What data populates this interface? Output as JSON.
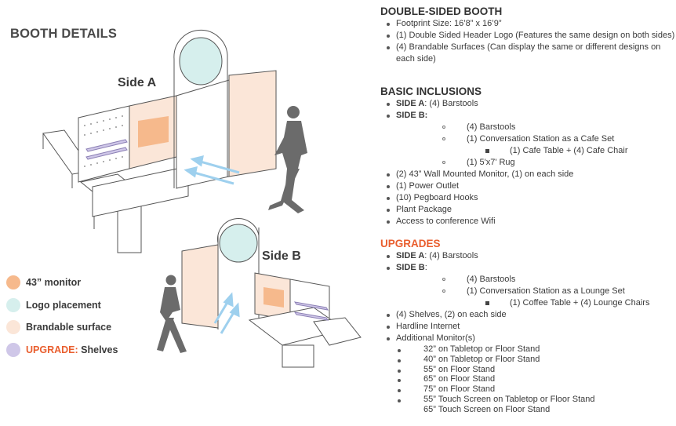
{
  "page_title": "BOOTH DETAILS",
  "side_a_label": "Side A",
  "side_b_label": "Side B",
  "legend": [
    {
      "text": "43” monitor",
      "color": "#f6b98c"
    },
    {
      "text": "Logo placement",
      "color": "#d6efed"
    },
    {
      "text": "Brandable surface",
      "color": "#fbe6d8"
    },
    {
      "prefix": "UPGRADE:",
      "text": " Shelves",
      "color": "#cfc7e8"
    }
  ],
  "double_sided": {
    "heading": "DOUBLE-SIDED BOOTH",
    "items": [
      "Footprint Size: 16’8” x 16’9”",
      "(1) Double Sided Header Logo (Features the same design on both sides)",
      "(4) Brandable Surfaces (Can display the same or different designs on each side)"
    ]
  },
  "basic": {
    "heading": "BASIC INCLUSIONS",
    "side_a_label": "SIDE A",
    "side_a_text": ": (4) Barstools",
    "side_b_label": "SIDE B:",
    "side_b_items": [
      "(4) Barstools",
      "(1) Conversation Station as a Cafe Set"
    ],
    "side_b_sub": "(1) Cafe Table + (4) Cafe Chair",
    "side_b_rug": "(1) 5'x7' Rug",
    "items": [
      "(2) 43” Wall Mounted Monitor, (1) on each side",
      "(1) Power Outlet",
      "(10) Pegboard Hooks",
      "Plant Package",
      "Access to conference Wifi"
    ]
  },
  "upgrades": {
    "heading": "UPGRADES",
    "side_a_label": "SIDE A",
    "side_a_text": ": (4) Barstools",
    "side_b_label": "SIDE B",
    "side_b_colon": ":",
    "side_b_items": [
      "(4) Barstools",
      "(1) Conversation Station as a Lounge Set"
    ],
    "side_b_sub": "(1) Coffee Table + (4) Lounge Chairs",
    "items": [
      "(4) Shelves, (2) on each side",
      "Hardline Internet",
      "Additional Monitor(s)"
    ],
    "monitors": [
      "32” on Tabletop  or Floor Stand",
      "40” on Tabletop or Floor Stand",
      "55” on Floor Stand",
      "65” on Floor Stand",
      "75” on Floor Stand",
      "55” Touch Screen on Tabletop or Floor Stand"
    ],
    "last_monitor": "65” Touch Screen on Floor Stand"
  },
  "colors": {
    "accent_orange": "#e95e2e",
    "monitor": "#f6b98c",
    "logo": "#d6efed",
    "brandable": "#fbe6d8",
    "shelves": "#cfc7e8",
    "arrow": "#9ed0ee",
    "figure": "#6b6b6b"
  }
}
